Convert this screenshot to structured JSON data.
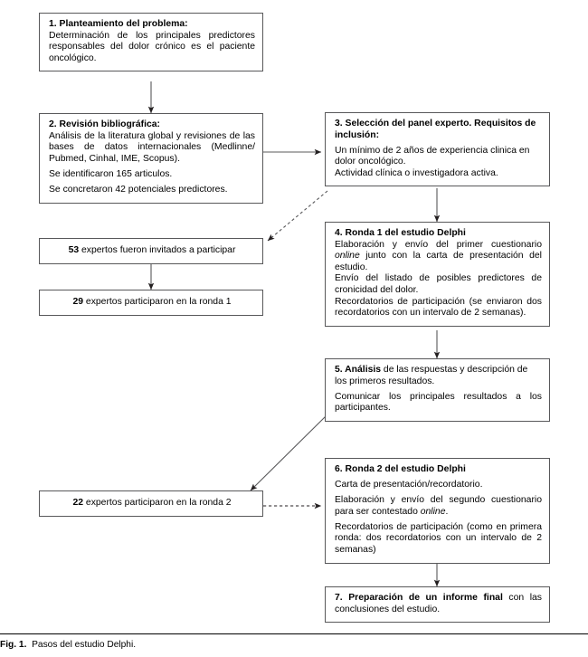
{
  "figure": {
    "caption_label": "Fig. 1.",
    "caption_text": "Pasos del estudio Delphi.",
    "line_color": "#58585a",
    "text_color": "#000000",
    "background": "#ffffff"
  },
  "boxes": {
    "step1": {
      "title": "1. Planteamiento del problema:",
      "body1": "Determinación de los principales predictores responsables del dolor crónico es el paciente oncológico."
    },
    "step2": {
      "title": "2. Revisión bibliográfica:",
      "body1": "Análisis de la literatura global y revisiones de las bases de datos internacionales (Medlinne/ Pubmed, Cinhal, IME, Scopus).",
      "body2": "Se identificaron 165 articulos.",
      "body3": "Se concretaron 42 potenciales predictores."
    },
    "step3": {
      "title": "3. Selección del panel experto. Requisitos de inclusión:",
      "body1": "Un mínimo de 2 años de experiencia clinica en dolor oncológico.",
      "body2": "Actividad clínica o investigadora activa."
    },
    "step4": {
      "title": "4. Ronda 1 del estudio Delphi",
      "body1_pre": "Elaboración y envío del primer cuestionario ",
      "body1_em": "online",
      "body1_post": " junto con la carta de presentación del estudio.",
      "body2": "Envío del listado de posibles predictores de cronicidad del dolor.",
      "body3": "Recordatorios de participación (se enviaron dos recordatorios con un intervalo de 2 semanas)."
    },
    "step5": {
      "num": "5. ",
      "title_em": "Análisis",
      "title_rest": " de las respuestas y descripción de los primeros resultados.",
      "body1": "Comunicar los principales resultados a los participantes."
    },
    "step6": {
      "title": "6. Ronda 2 del estudio Delphi",
      "body1": "Carta de presentación/recordatorio.",
      "body2_pre": "Elaboración y envío del segundo cuestionario para ser contestado ",
      "body2_em": "online",
      "body2_post": ".",
      "body3": "Recordatorios de participación (como en primera ronda: dos recordatorios con un intervalo de 2 semanas)"
    },
    "step7": {
      "num": "7. ",
      "title_em": "Preparación de un informe final",
      "title_rest": " con las conclusiones del estudio."
    },
    "invited": {
      "count": "53",
      "text": " expertos fueron invitados a participar"
    },
    "round1": {
      "count": "29",
      "text": " expertos participaron en la ronda 1"
    },
    "round2": {
      "count": "22",
      "text": " expertos participaron en la ronda 2"
    }
  }
}
